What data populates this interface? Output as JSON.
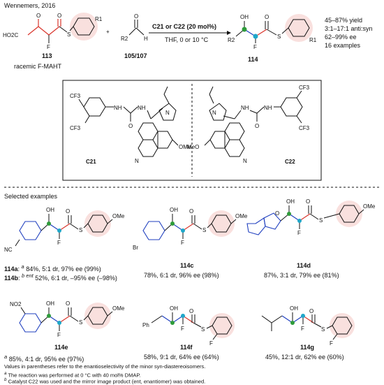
{
  "header": {
    "title": "Wennemers, 2016"
  },
  "reaction": {
    "reactant_label": "113",
    "reactant_caption": "racemic F-MAHT",
    "aldehyde_label": "105/107",
    "plus": "+",
    "catalyst_line": "C21 or C22 (20 mol%)",
    "conditions": "THF, 0 or 10 °C",
    "product_label": "114",
    "results": [
      "45–87% yield",
      "3:1–17:1 anti:syn",
      "62–99% ee",
      "16 examples"
    ]
  },
  "catalysts": [
    {
      "id": "C21",
      "label": "C21"
    },
    {
      "id": "C22",
      "label": "C22"
    }
  ],
  "atoms": {
    "cf3": "CF3",
    "nh": "NH",
    "n": "N",
    "o": "O",
    "ome": "OMe",
    "meo": "MeO",
    "oh": "OH",
    "f": "F",
    "s": "S",
    "ho2c": "HO2C",
    "r1": "R1",
    "r2": "R2",
    "h": "H",
    "nc": "NC",
    "br": "Br",
    "no2": "NO2",
    "ph": "Ph"
  },
  "section": {
    "title": "Selected examples"
  },
  "examples": [
    {
      "id": "114a",
      "line1_label": "114a",
      "line1": "84%, 5:1 dr, 97% ee (99%)",
      "line1_mark": "a",
      "line2_label": "114b",
      "line2_mark": "b ent",
      "line2": "52%, 6:1 dr, –95% ee (–98%)"
    },
    {
      "id": "114c",
      "label": "114c",
      "result": "78%, 6:1 dr, 96% ee (98%)"
    },
    {
      "id": "114d",
      "label": "114d",
      "result": "87%, 3:1 dr, 79% ee (81%)"
    },
    {
      "id": "114e",
      "label": "114e",
      "result": "85%, 4:1 dr, 95% ee (97%)",
      "mark": "a"
    },
    {
      "id": "114f",
      "label": "114f",
      "result": "58%, 9:1 dr, 64% ee (64%)"
    },
    {
      "id": "114g",
      "label": "114g",
      "result": "45%, 12:1 dr, 62% ee (60%)"
    }
  ],
  "footnotes": {
    "values": "Values in parentheses refer to the enantioselectivity of the minor syn-diastereoisomers.",
    "a_mark": "a",
    "a": "The reaction was performed at 0 °C with 40 mol% DMAP.",
    "b_mark": "b",
    "b": "Catalyst C22 was used and the mirror image product (ent, enantiomer) was obtained."
  },
  "colors": {
    "red": "#d9342b",
    "blue": "#1f3fbf",
    "green": "#2e9b3a",
    "cyan": "#1ea7c9",
    "highlight": "#f4c6c3"
  }
}
